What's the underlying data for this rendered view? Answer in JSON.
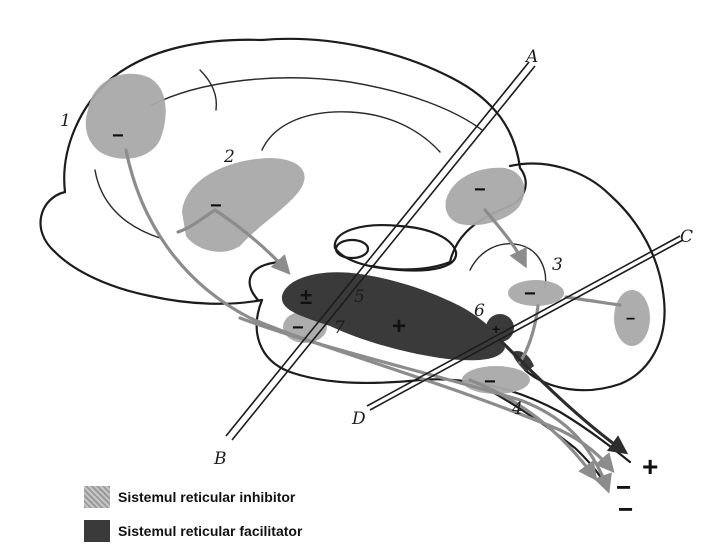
{
  "diagram": {
    "region_labels": [
      "1",
      "2",
      "3",
      "4",
      "5",
      "6",
      "7"
    ],
    "plane_labels": [
      "A",
      "B",
      "C",
      "D"
    ],
    "signs": {
      "plus": "+",
      "minus": "−",
      "pm": "±"
    }
  },
  "legend": {
    "items": [
      {
        "label": "Sistemul reticular inhibitor",
        "kind": "inhibitor"
      },
      {
        "label": "Sistemul reticular facilitator",
        "kind": "facilitator"
      }
    ]
  },
  "colors": {
    "inhibitor": "#a9a9a9",
    "facilitator": "#3a3a3a",
    "outline": "#1c1c1c"
  }
}
